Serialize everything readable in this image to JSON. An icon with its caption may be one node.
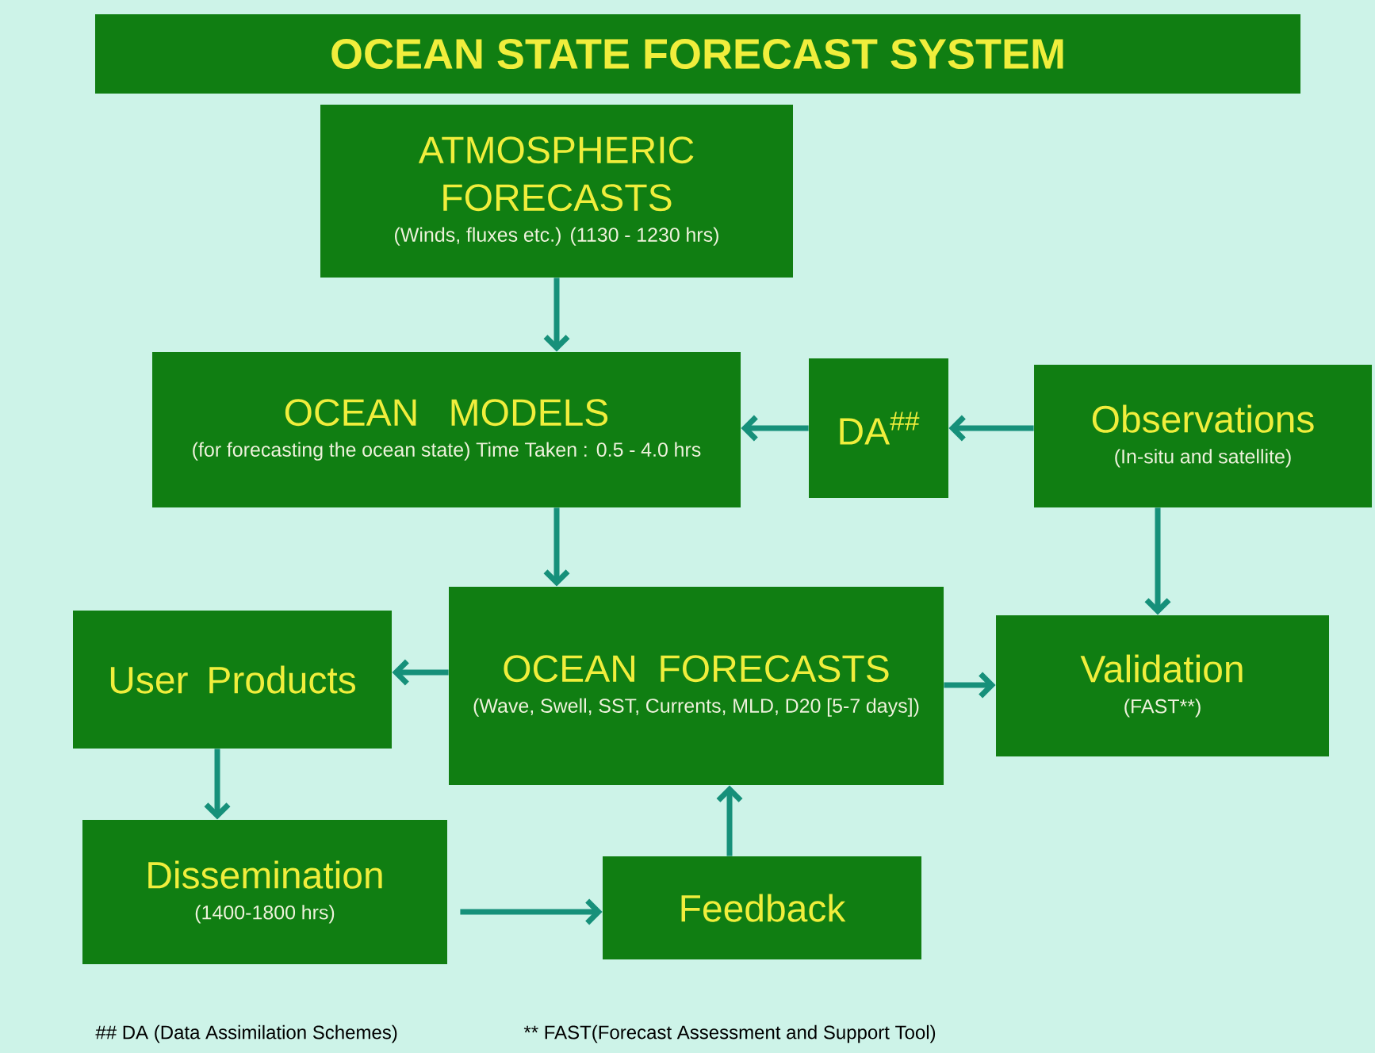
{
  "diagram": {
    "title": "OCEAN STATE FORECAST SYSTEM",
    "nodes": [
      {
        "text": [
          "ATMOSPHERIC FORECASTS",
          "(Winds, fluxes etc.) (1130 - 1230 hrs)"
        ]
      },
      {
        "text": [
          "OCEAN MODELS",
          "(for forecasting the ocean state) Time Taken : 0.5 - 4.0 hrs"
        ]
      },
      {
        "text": [
          "DA$^{##}$"
        ]
      },
      {
        "text": [
          "Observations",
          "(In-situ and satellite)"
        ]
      },
      {
        "text": [
          "User Products"
        ]
      },
      {
        "text": [
          "OCEAN FORECASTS",
          "(Wave, Swell, SST, Currents, MLD, D20 [5-7 days])"
        ]
      },
      {
        "text": [
          "Validation",
          "(FAST**)"
        ]
      },
      {
        "text": [
          "Dissemination",
          "(1400-1800 hrs)"
        ]
      },
      {
        "text": [
          "Feedback"
        ]
      }
    ],
    "edges": [
      {
        "from": 0,
        "to": 1,
        "arrow": "to"
      },
      {
        "from": 3,
        "to": 2,
        "arrow": "to"
      },
      {
        "from": 2,
        "to": 1,
        "arrow": "to"
      },
      {
        "from": 1,
        "to": 5,
        "arrow": "to"
      },
      {
        "from": 3,
        "to": 6,
        "arrow": "to"
      },
      {
        "from": 5,
        "to": 4,
        "arrow": "to"
      },
      {
        "from": 5,
        "to": 6,
        "arrow": "to"
      },
      {
        "from": 4,
        "to": 7,
        "arrow": "to"
      },
      {
        "from": 7,
        "to": 8,
        "arrow": "to"
      },
      {
        "from": 8,
        "to": 5,
        "arrow": "to"
      }
    ],
    "labels": [
      "## DA (Data Assimilation Schemes)",
      "** FAST(Forecast Assessment and Support Tool)"
    ]
  }
}
